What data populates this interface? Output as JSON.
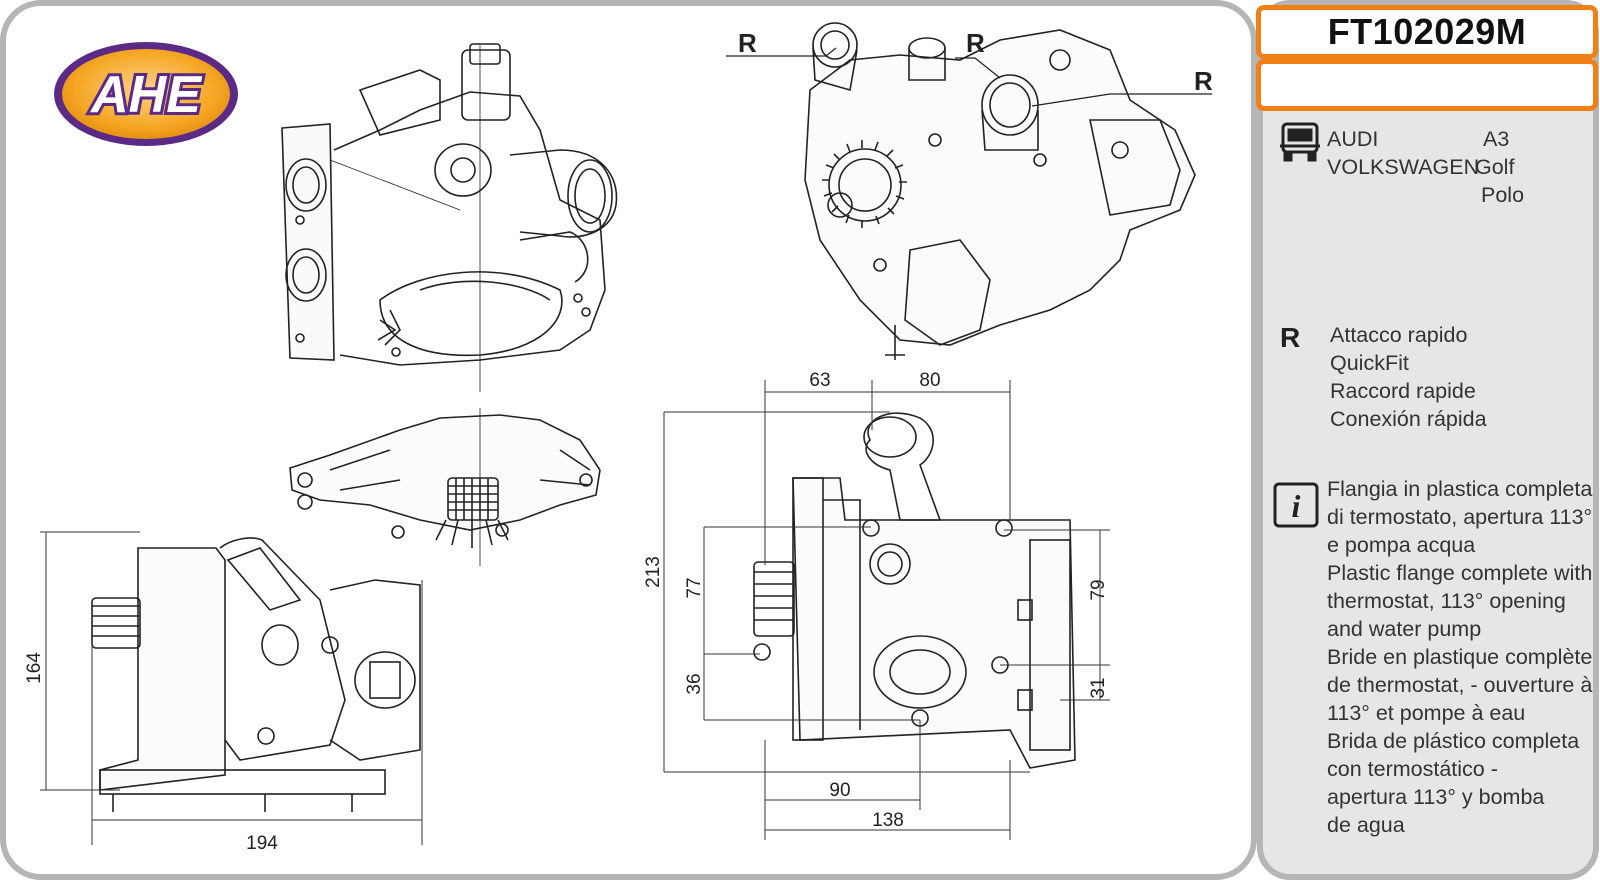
{
  "brand": {
    "logo_text": "AHE",
    "colors": {
      "logo_ring": "#5b2a86",
      "logo_fill": "#f5a623",
      "accent": "#f07f16",
      "panel": "#e6e6e6"
    }
  },
  "product": {
    "code": "FT102029M"
  },
  "vehicles": {
    "icon": "car-icon",
    "rows": [
      {
        "make": "AUDI",
        "model": "A3"
      },
      {
        "make": "VOLKSWAGEN",
        "model": "Golf"
      },
      {
        "make": "",
        "model": "Polo"
      }
    ]
  },
  "legend": {
    "symbol": "R",
    "lines": [
      "Attacco rapido",
      "QuickFit",
      "Raccord rapide",
      "Conexión rápida"
    ]
  },
  "info": {
    "icon": "info-icon",
    "glyph": "i",
    "lines": [
      "Flangia in plastica completa",
      "di termostato, apertura 113°",
      "e pompa acqua",
      "Plastic flange complete with",
      "thermostat, 113° opening",
      "and water pump",
      "Bride en plastique complète",
      "de thermostat, - ouverture à",
      "113° et pompe à eau",
      "Brida de plástico completa",
      "con termostático -",
      "apertura 113° y bomba",
      "de agua"
    ]
  },
  "callouts": [
    "R",
    "R",
    "R"
  ],
  "dimensions": {
    "d63": "63",
    "d80": "80",
    "d213": "213",
    "d77": "77",
    "d36": "36",
    "d79": "79",
    "d31": "31",
    "d90": "90",
    "d138": "138",
    "d164": "164",
    "d194": "194"
  }
}
